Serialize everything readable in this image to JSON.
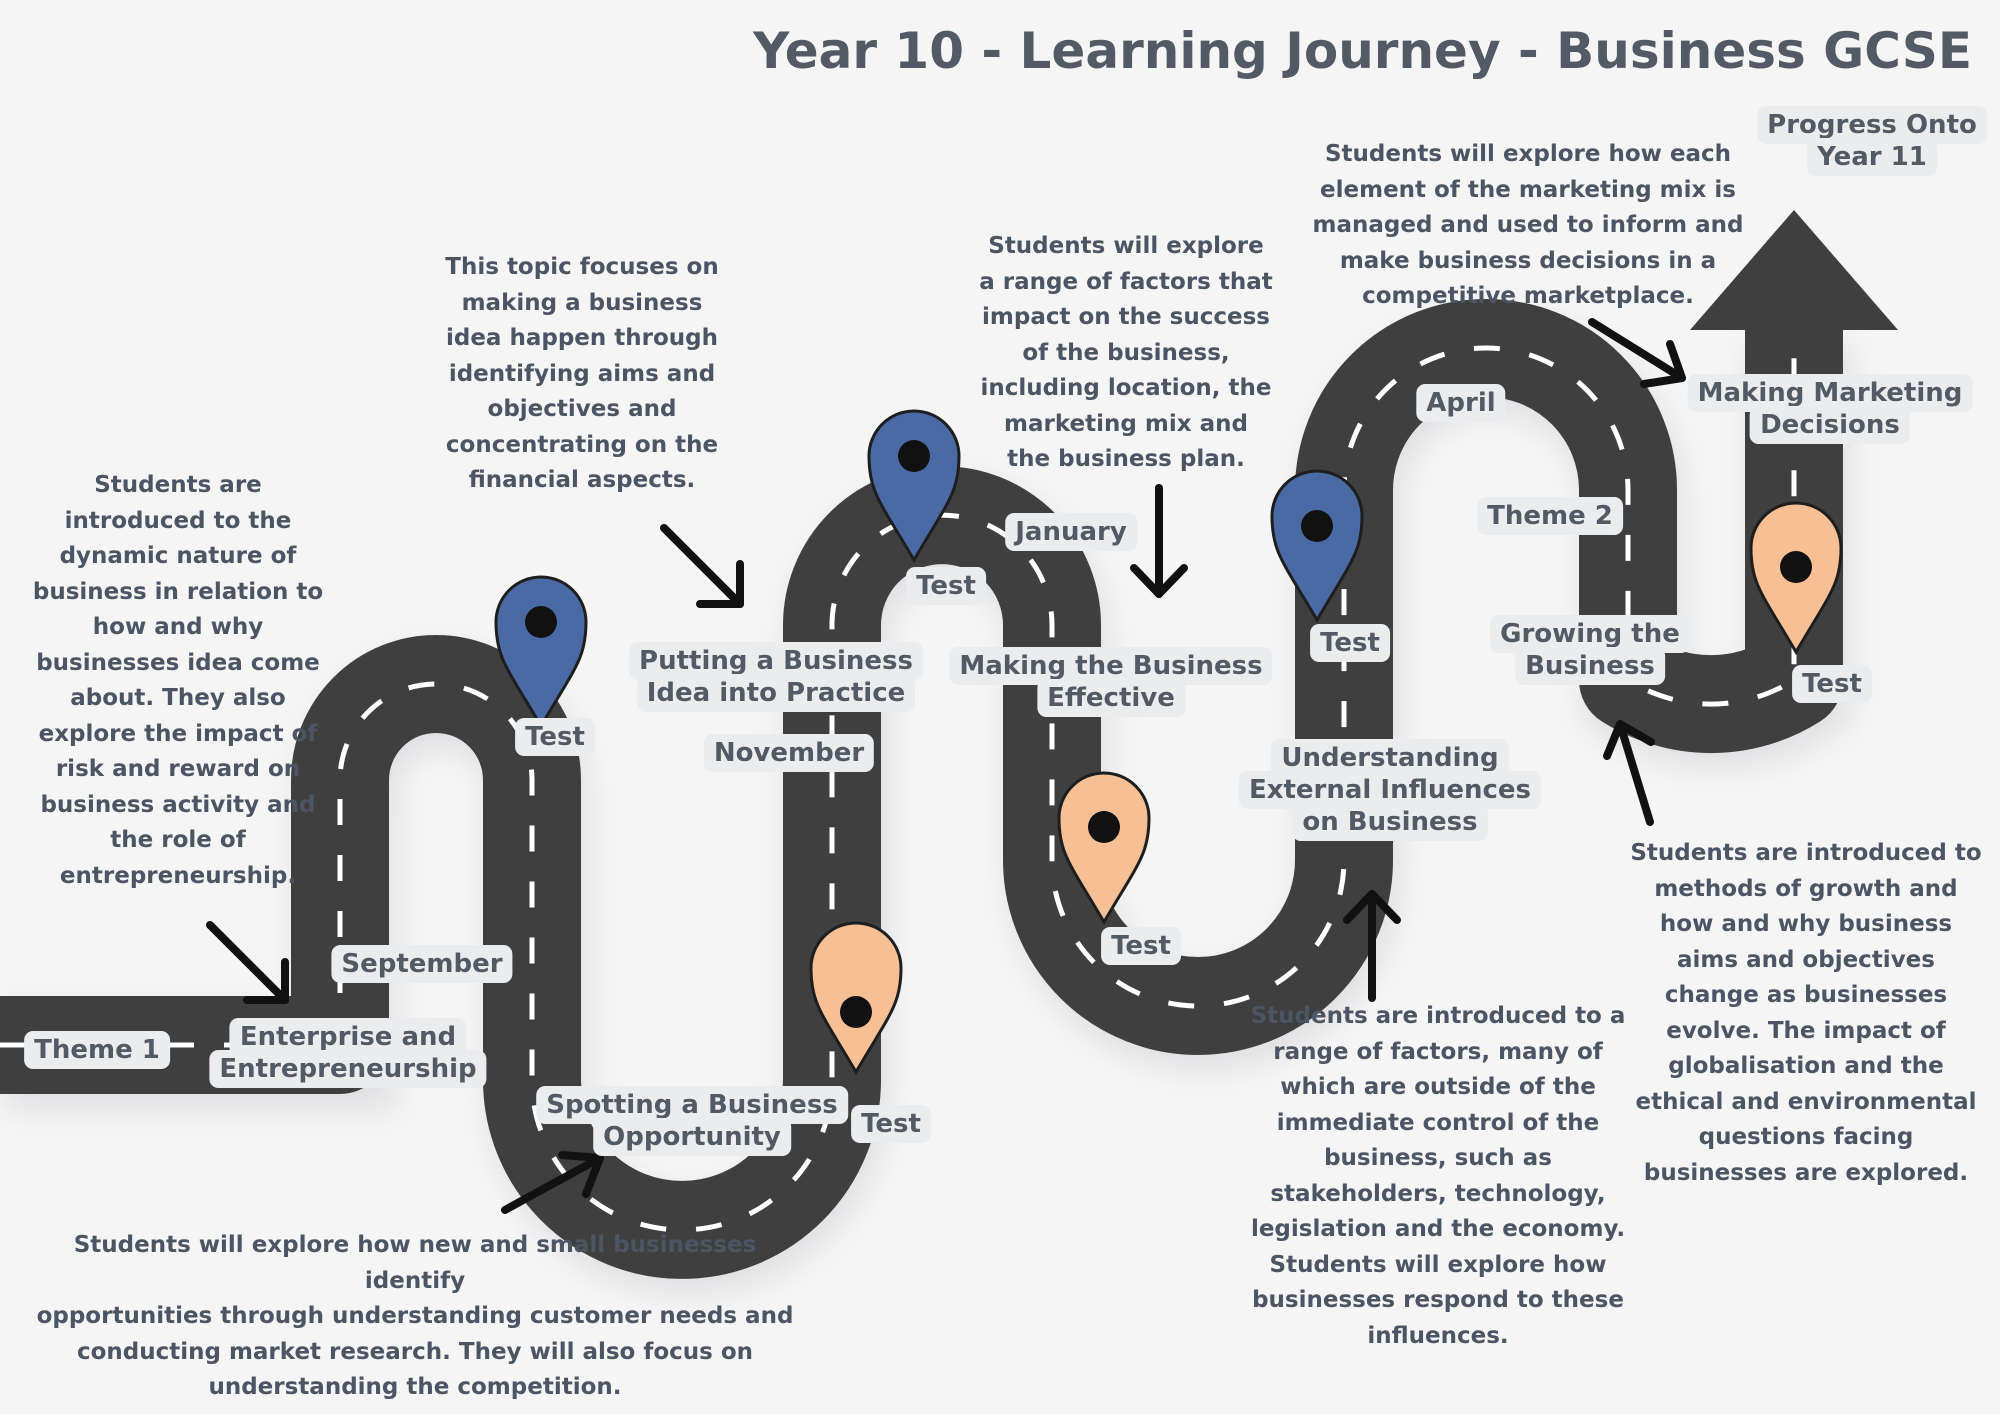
{
  "title": "Year 10 - Learning Journey - Business GCSE",
  "colors": {
    "road": "#3f3f40",
    "road_dash": "#ffffff",
    "pin_blue": "#4a6aa6",
    "pin_orange": "#f6bf94",
    "label_bg": "#ebecee",
    "text": "#4b5563"
  },
  "labels": {
    "theme1": "Theme 1",
    "enterprise": [
      "Enterprise and",
      "Entrepreneurship"
    ],
    "september": "September",
    "spotting": [
      "Spotting a Business",
      "Opportunity"
    ],
    "test_spotting": "Test",
    "test_enterprise": "Test",
    "putting": [
      "Putting a Business",
      "Idea into Practice"
    ],
    "november": "November",
    "test_putting": "Test",
    "january": "January",
    "making_effective": [
      "Making the Business",
      "Effective"
    ],
    "test_making": "Test",
    "understanding": [
      "Understanding",
      "External Influences",
      "on Business"
    ],
    "test_understanding": "Test",
    "april": "April",
    "theme2": "Theme 2",
    "growing": [
      "Growing the",
      "Business"
    ],
    "test_growing": "Test",
    "marketing": [
      "Making Marketing",
      "Decisions"
    ],
    "progress": [
      "Progress Onto",
      "Year 11"
    ]
  },
  "descriptions": {
    "enterprise": "Students are\nintroduced to the\ndynamic nature of\nbusiness in relation to\nhow and why\nbusinesses idea come\nabout. They also\nexplore the impact of\nrisk and reward on\nbusiness activity and\nthe role of\nentrepreneurship.",
    "putting": "This topic focuses on\nmaking a business\nidea happen through\nidentifying aims and\nobjectives and\nconcentrating on the\nfinancial aspects.",
    "spotting": "Students will explore how new and small businesses identify\nopportunities through understanding customer needs and\nconducting market research. They will also focus on\nunderstanding the competition.",
    "making_effective": "Students will explore\na range of factors that\nimpact on the success\nof the business,\nincluding location, the\nmarketing mix and\nthe business plan.",
    "understanding": "Students are introduced to a\nrange of factors, many of\nwhich are outside of the\nimmediate control of the\nbusiness, such as\nstakeholders, technology,\nlegislation and the economy.\nStudents will explore how\nbusinesses respond to these\ninfluences.",
    "marketing": "Students will explore how each\nelement of the marketing mix is\nmanaged and used to inform and\nmake business decisions in a\ncompetitive marketplace.",
    "growing": "Students are introduced to\nmethods of growth and\nhow and why business\naims and objectives\nchange as businesses\nevolve. The impact of\nglobalisation and the\nethical and environmental\nquestions facing\nbusinesses are explored."
  }
}
